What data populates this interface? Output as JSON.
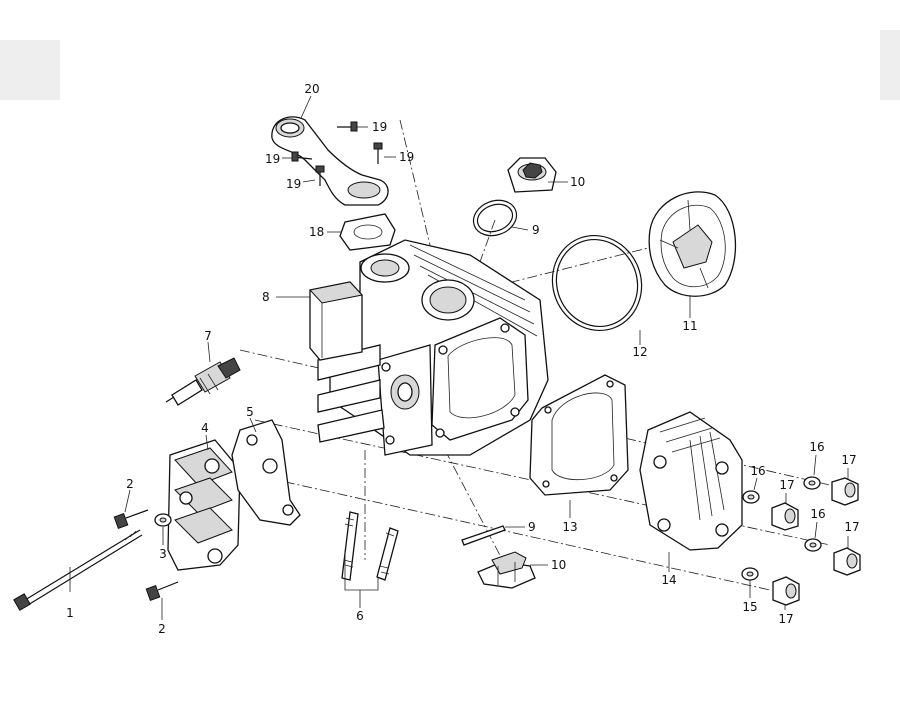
{
  "callouts": {
    "c1": "1",
    "c2a": "2",
    "c2b": "2",
    "c3": "3",
    "c4": "4",
    "c5": "5",
    "c6": "6",
    "c7": "7",
    "c8": "8",
    "c9a": "9",
    "c9b": "9",
    "c10a": "10",
    "c10b": "10",
    "c11": "11",
    "c12": "12",
    "c13": "13",
    "c14": "14",
    "c15": "15",
    "c16a": "16",
    "c16b": "16",
    "c16c": "16",
    "c17a": "17",
    "c17b": "17",
    "c17c": "17",
    "c17d": "17",
    "c18": "18",
    "c19a": "19",
    "c19b": "19",
    "c19c": "19",
    "c19d": "19",
    "c20": "20"
  }
}
